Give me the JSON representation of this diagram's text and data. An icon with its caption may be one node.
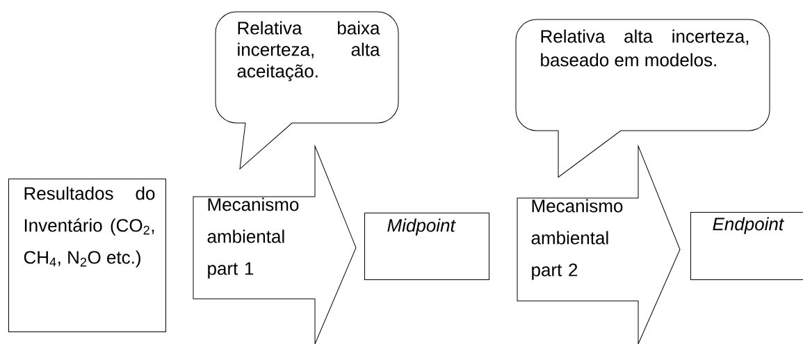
{
  "diagram": {
    "nodes": [
      {
        "text": [
          "Relativa baixa incerteza, alta aceitação."
        ]
      },
      {
        "text": [
          "Relativa alta incerteza, baseado em modelos."
        ]
      },
      {
        "text": [
          "Resultados do Inventário (CO$_{2}$, CH$_{4}$, N$_{2}$O etc.)"
        ]
      },
      {
        "text": [
          "Midpoint"
        ]
      },
      {
        "text": [
          "Endpoint"
        ]
      }
    ],
    "edges": [
      {
        "from": 2,
        "to": 3,
        "arrow": "to",
        "label": "Mecanismo ambiental part 1"
      },
      {
        "from": 3,
        "to": 4,
        "arrow": "to",
        "label": "Mecanismo ambiental part 2"
      }
    ]
  }
}
